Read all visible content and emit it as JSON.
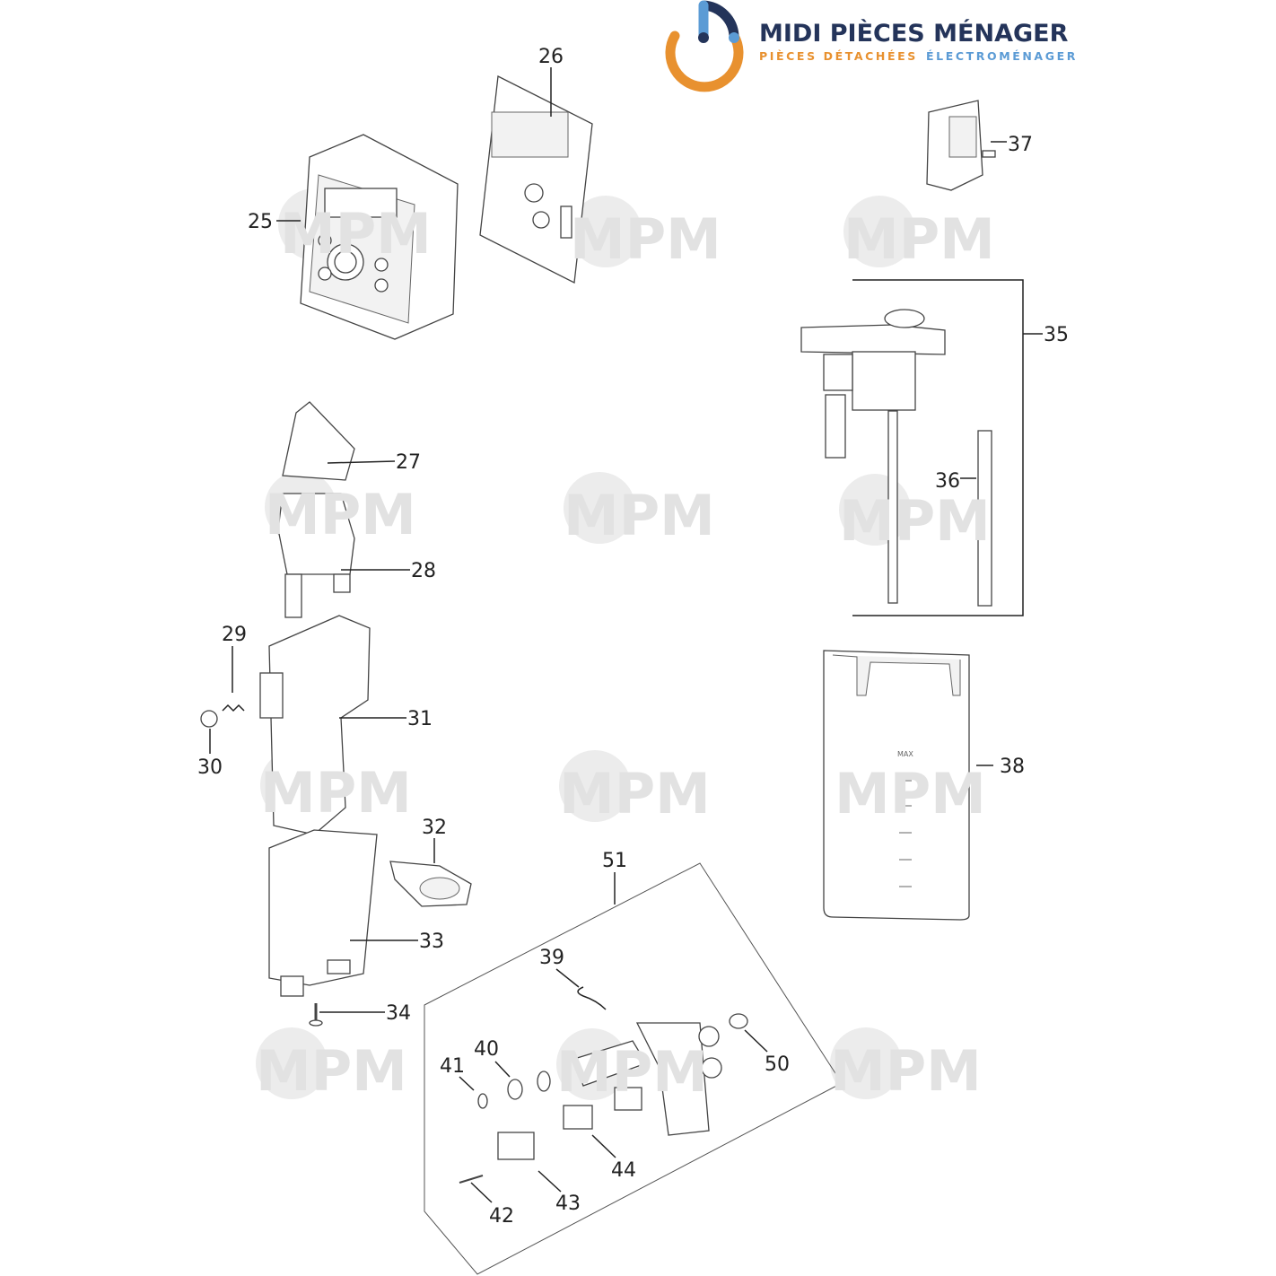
{
  "logo": {
    "brand": "MIDI PIÈCES MÉNAGER",
    "tagline_part1": "PIÈCES DÉTACHÉES",
    "tagline_part2": "ÉLECTROMÉNAGER",
    "colors": {
      "navy": "#24345a",
      "orange": "#e8912f",
      "blue": "#5b9bd5"
    }
  },
  "watermark": "MPM",
  "parts": {
    "p25": "25",
    "p26": "26",
    "p27": "27",
    "p28": "28",
    "p29": "29",
    "p30": "30",
    "p31": "31",
    "p32": "32",
    "p33": "33",
    "p34": "34",
    "p35": "35",
    "p36": "36",
    "p37": "37",
    "p38": "38",
    "p39": "39",
    "p40": "40",
    "p41": "41",
    "p42": "42",
    "p43": "43",
    "p44": "44",
    "p50": "50",
    "p51": "51"
  },
  "tank_marking": "MAX"
}
